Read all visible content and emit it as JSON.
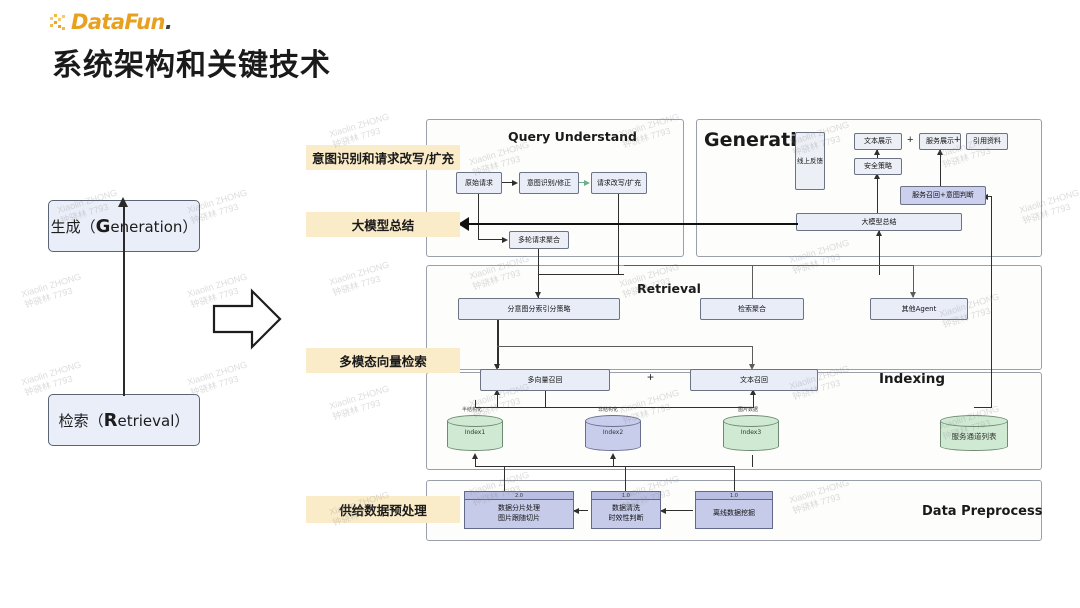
{
  "brand": {
    "name_light": "DataFun",
    "name_dot": ".",
    "icon": "dotted-squares-logo"
  },
  "page": {
    "title": "系统架构和关键技术"
  },
  "left_flow": {
    "generation_cn": "生成（",
    "generation_g": "G",
    "generation_rest": "eneration）",
    "retrieval_cn": "检索（",
    "retrieval_r": "R",
    "retrieval_rest": "etrieval）"
  },
  "stage_labels": [
    {
      "text": "意图识别和请求改写/扩充"
    },
    {
      "text": "大模型总结"
    },
    {
      "text": "多模态向量检索"
    },
    {
      "text": "供给数据预处理"
    }
  ],
  "panels": {
    "query_understand": {
      "title": "Query Understand",
      "nodes": {
        "original_request": "原始请求",
        "intent_recognition": "意图识别/修正",
        "query_rewrite": "请求改写/扩充",
        "multi_turn_aggregation": "多轮请求聚合"
      }
    },
    "generation": {
      "title": "Generation",
      "nodes": {
        "online_feedback": "线上反馈",
        "text_display": "文本展示",
        "safety_policy": "安全策略",
        "service_display": "服务展示",
        "citation_material": "引用资料",
        "service_recall_intent": "服务召回+意图判断",
        "llm_summary": "大模型总结"
      },
      "plus_1": "+",
      "plus_2": "+"
    },
    "retrieval": {
      "title": "Retrieval",
      "nodes": {
        "intent_index_strategy": "分意图分索引分策略",
        "retrieval_aggregation": "检索聚合",
        "other_agent": "其他Agent"
      }
    },
    "indexing": {
      "title": "Indexing",
      "plus": "+",
      "nodes": {
        "multi_vector_recall": "多向量召回",
        "text_recall": "文本召回"
      },
      "stores": [
        {
          "label": "Index1",
          "caption": "半结构化",
          "color": "green"
        },
        {
          "label": "Index2",
          "caption": "非结构化",
          "color": "lavender"
        },
        {
          "label": "Index3",
          "caption": "图片数据",
          "color": "green"
        },
        {
          "label": "服务通道列表",
          "caption": "",
          "color": "green"
        }
      ]
    },
    "data_preprocess": {
      "title": "Data Preprocess",
      "nodes": [
        {
          "version": "2.0",
          "line1": "数据分片处理",
          "line2": "图片跟随切片"
        },
        {
          "version": "1.0",
          "line1": "数据清洗",
          "line2": "时效性判断"
        },
        {
          "version": "1.0",
          "line1": "离线数据挖掘",
          "line2": ""
        }
      ]
    }
  },
  "watermark": {
    "line1": "Xiaolin ZHONG",
    "line2": "钟骁林 7793"
  },
  "colors": {
    "brand_orange": "#e8a020",
    "node_blue": "#e8edf8",
    "node_lavender": "#ccd0ee",
    "stage_yellow": "#fbecc9",
    "store_green": "#cfe9d3",
    "store_lavender": "#c9cdec"
  }
}
